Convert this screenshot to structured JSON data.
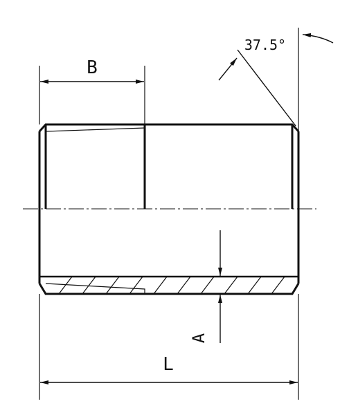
{
  "drawing": {
    "labels": {
      "b": "B",
      "angle": "37.5°",
      "a": "A",
      "l": "L"
    },
    "stroke_color": "#111111",
    "background": "#ffffff"
  }
}
